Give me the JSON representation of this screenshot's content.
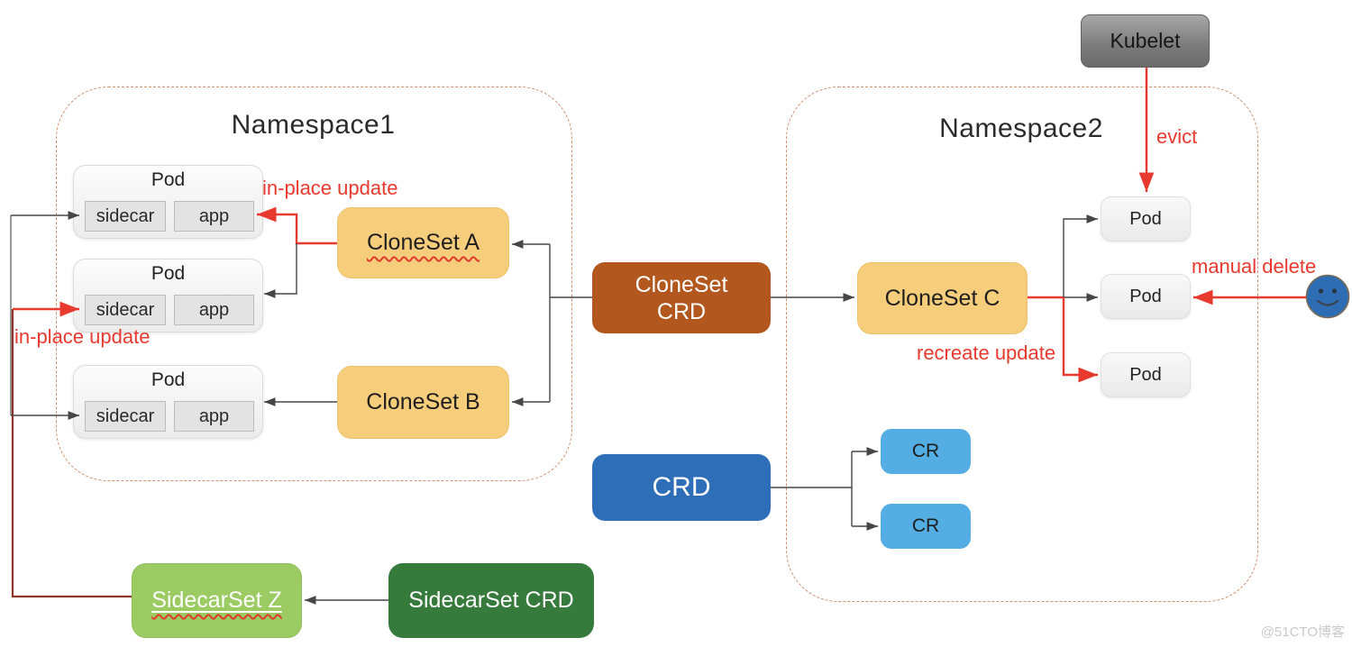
{
  "diagram": {
    "namespace1": {
      "title": "Namespace1"
    },
    "namespace2": {
      "title": "Namespace2"
    },
    "kubelet": {
      "label": "Kubelet"
    },
    "ns1_pods": [
      {
        "title": "Pod",
        "sidecar": "sidecar",
        "app": "app"
      },
      {
        "title": "Pod",
        "sidecar": "sidecar",
        "app": "app"
      },
      {
        "title": "Pod",
        "sidecar": "sidecar",
        "app": "app"
      }
    ],
    "cloneset_a": {
      "label": "CloneSet A"
    },
    "cloneset_b": {
      "label": "CloneSet B"
    },
    "cloneset_c": {
      "label": "CloneSet C"
    },
    "cloneset_crd": {
      "label": "CloneSet CRD"
    },
    "crd": {
      "label": "CRD"
    },
    "crs": [
      "CR",
      "CR"
    ],
    "ns2_pods": [
      "Pod",
      "Pod",
      "Pod"
    ],
    "sidecarset_z": {
      "label": "SidecarSet Z"
    },
    "sidecarset_crd": {
      "label": "SidecarSet CRD"
    },
    "edge_labels": {
      "in_place_update": "in-place update",
      "evict": "evict",
      "manual_delete": "manual delete",
      "recreate_update": "recreate update"
    },
    "user": {
      "icon": "smiley-user-icon"
    },
    "watermark": "@51CTO博客",
    "colors": {
      "cloneset_yellow": "#f6cd7b",
      "cloneset_crd_brown": "#b2571e",
      "crd_blue": "#2e6db8",
      "cr_light_blue": "#55aee3",
      "sidecarset_green": "#9ccb63",
      "sidecarset_crd_green": "#367a3c",
      "kubelet_gray": "#8c8c8c",
      "arrow_red": "#e8392e",
      "sidecar_line_maroon": "#8e362a",
      "namespace_dash_orange": "#cf9170",
      "line_black": "#464646"
    }
  }
}
